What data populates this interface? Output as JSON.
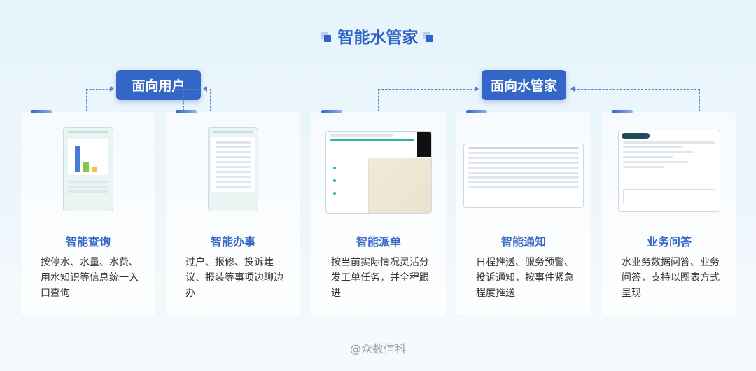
{
  "title": "智能水管家",
  "groups": {
    "user": "面向用户",
    "manager": "面向水管家"
  },
  "cards": [
    {
      "title": "智能查询",
      "desc": "按停水、水量、水费、用水知识等信息统一入口查询"
    },
    {
      "title": "智能办事",
      "desc": "过户、报修、投诉建议、报装等事项边聊边办"
    },
    {
      "title": "智能派单",
      "desc": "按当前实际情况灵活分发工单任务，并全程跟进"
    },
    {
      "title": "智能通知",
      "desc": "日程推送、服务预警、投诉通知，按事件紧急程度推送"
    },
    {
      "title": "业务问答",
      "desc": "水业务数据问答、业务问答，支持以图表方式呈现"
    }
  ],
  "watermark": "@众数信科",
  "colors": {
    "accent": "#3466c8"
  }
}
